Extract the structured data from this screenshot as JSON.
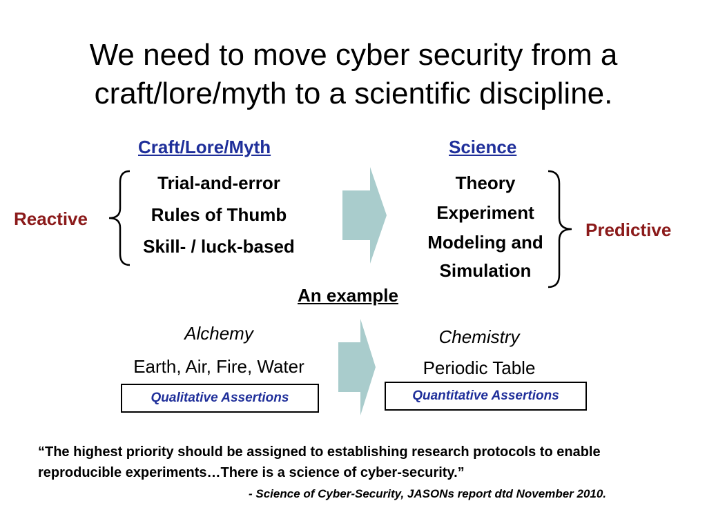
{
  "title": "We need to move cyber security from a craft/lore/myth to a scientific discipline.",
  "left_column": {
    "heading": "Craft/Lore/Myth",
    "items": [
      "Trial-and-error",
      "Rules of Thumb",
      "Skill- / luck-based"
    ],
    "label": "Reactive"
  },
  "right_column": {
    "heading": "Science",
    "items": [
      "Theory",
      "Experiment",
      "Modeling and",
      "Simulation"
    ],
    "label": "Predictive"
  },
  "example": {
    "heading": "An example",
    "left": {
      "name": "Alchemy",
      "detail": "Earth, Air, Fire, Water",
      "box": "Qualitative Assertions"
    },
    "right": {
      "name": "Chemistry",
      "detail": "Periodic Table",
      "box": "Quantitative Assertions"
    }
  },
  "quote": {
    "text": "“The highest priority should be assigned to establishing research protocols to enable reproducible experiments…There is a science of cyber-security.”",
    "source": "- Science of Cyber-Security, JASONs report dtd November 2010."
  },
  "colors": {
    "heading": "#1f2f9a",
    "label": "#8b1a1a",
    "arrow": "#a9cccc"
  }
}
